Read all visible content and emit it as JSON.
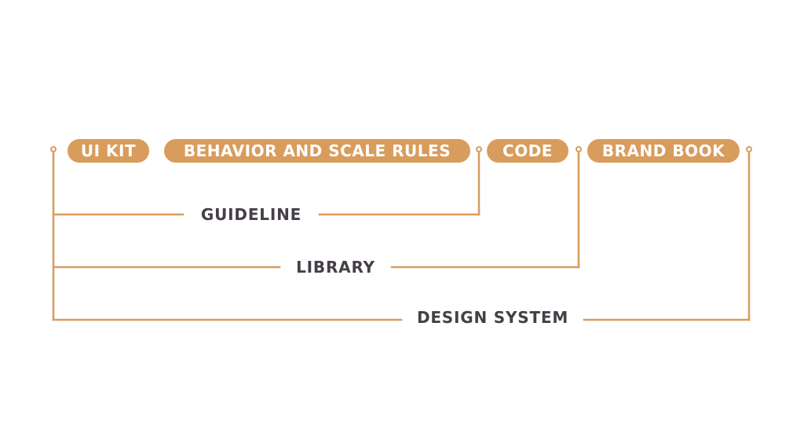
{
  "colors": {
    "accent": "#d89c5c",
    "label_text": "#463f48",
    "pill_text": "#ffffff",
    "background": "#ffffff"
  },
  "items": {
    "ui_kit": "UI KIT",
    "behavior_and_scale_rules": "BEHAVIOR AND SCALE RULES",
    "code": "CODE",
    "brand_book": "BRAND BOOK"
  },
  "groups": {
    "guideline": "GUIDELINE",
    "library": "LIBRARY",
    "design_system": "DESIGN SYSTEM"
  }
}
